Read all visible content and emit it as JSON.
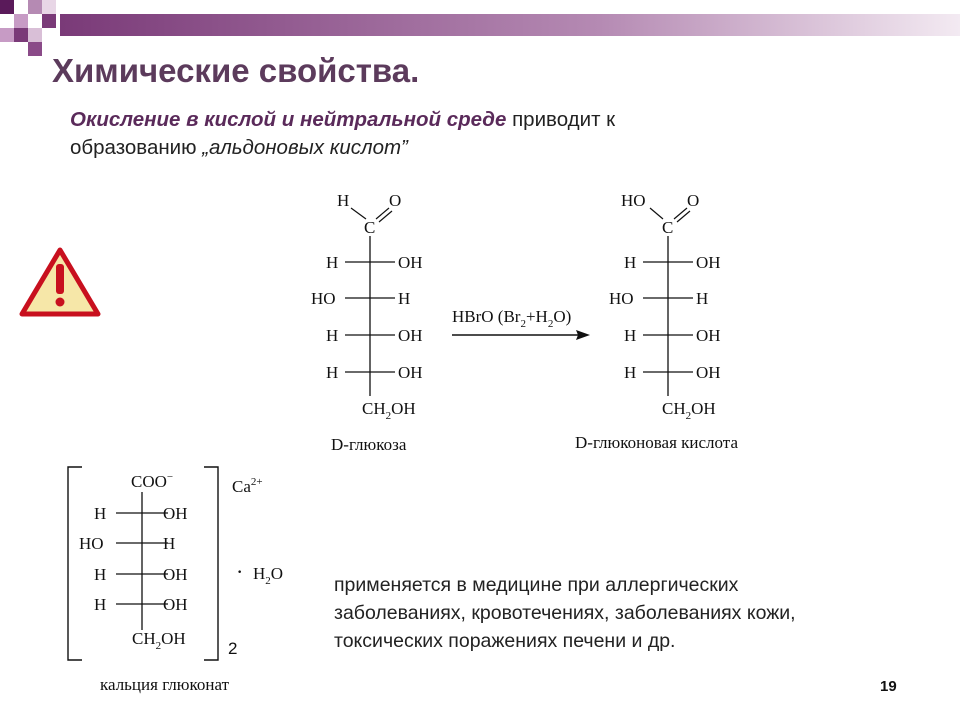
{
  "title": "Химические свойства.",
  "intro": {
    "highlight": "Окисление в кислой и нейтральной среде",
    "rest": " приводит к",
    "line2_pre": "образованию ",
    "line2_italic": "„альдоновых кислот”"
  },
  "reaction": {
    "reagent_main": "HBrO (Br",
    "reagent_sub1": "2",
    "reagent_mid": "+H",
    "reagent_sub2": "2",
    "reagent_end": "O)",
    "reactant": {
      "top_left": "H",
      "top_right": "O",
      "c_label": "C",
      "rows": [
        {
          "left": "H",
          "right": "OH"
        },
        {
          "left": "HO",
          "right": "H"
        },
        {
          "left": "H",
          "right": "OH"
        },
        {
          "left": "H",
          "right": "OH"
        }
      ],
      "bottom_a": "CH",
      "bottom_sub": "2",
      "bottom_b": "OH",
      "name": "D-глюкоза"
    },
    "product": {
      "top_left": "HO",
      "top_right": "O",
      "c_label": "C",
      "rows": [
        {
          "left": "H",
          "right": "OH"
        },
        {
          "left": "HO",
          "right": "H"
        },
        {
          "left": "H",
          "right": "OH"
        },
        {
          "left": "H",
          "right": "OH"
        }
      ],
      "bottom_a": "CH",
      "bottom_sub": "2",
      "bottom_b": "OH",
      "name": "D-глюконовая кислота"
    }
  },
  "salt": {
    "top": "COO",
    "charge_minus": "−",
    "cation": "Ca",
    "cation_charge": "2+",
    "rows": [
      {
        "left": "H",
        "right": "OH"
      },
      {
        "left": "HO",
        "right": "H"
      },
      {
        "left": "H",
        "right": "OH"
      },
      {
        "left": "H",
        "right": "OH"
      }
    ],
    "bottom_a": "CH",
    "bottom_sub": "2",
    "bottom_b": "OH",
    "subscript_count": "2",
    "hydrate_dot": "·",
    "water_a": "H",
    "water_sub": "2",
    "water_b": "O",
    "name": "кальция глюконат"
  },
  "usage": [
    "применяется в медицине при аллергических",
    "заболеваниях, кровотечениях, заболеваниях кожи,",
    "токсических поражениях печени и др."
  ],
  "page_number": "19",
  "colors": {
    "title": "#5c3b5c",
    "accent": "#5a2a5a",
    "warning_fill": "#f6e7a8",
    "warning_stroke": "#c8101e"
  },
  "icons": {
    "warning": "warning-triangle-icon"
  }
}
